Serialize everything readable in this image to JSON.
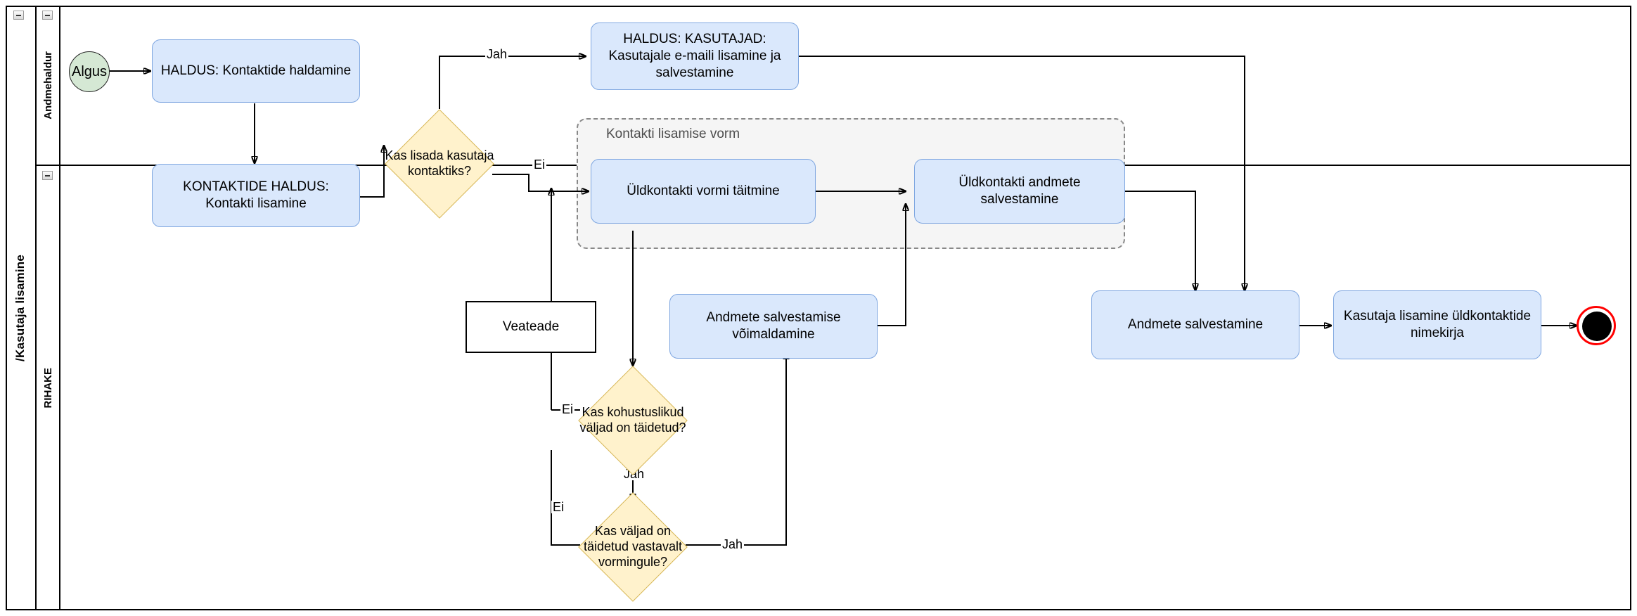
{
  "pool": {
    "label": "/Kasutaja lisamine"
  },
  "lanes": [
    {
      "id": "lane-andmehaldur",
      "label": "Andmehaldur"
    },
    {
      "id": "lane-rihake",
      "label": "RIHAKE"
    }
  ],
  "subprocess": {
    "title": "Kontakti lisamise vorm"
  },
  "events": {
    "start": {
      "label": "Algus",
      "color": "#d5e8d4"
    },
    "end": {
      "label": "",
      "ring_color": "#ff0000",
      "fill_color": "#000000"
    }
  },
  "tasks": [
    {
      "id": "haldus-kontaktide-haldamine",
      "label": "HALDUS: Kontaktide haldamine"
    },
    {
      "id": "kontaktide-haldus-kontakti-lisamine",
      "label": "KONTAKTIDE HALDUS: Kontakti lisamine"
    },
    {
      "id": "haldus-kasutajad-email",
      "label": "HALDUS: KASUTAJAD: Kasutajale e-maili lisamine ja salvestamine"
    },
    {
      "id": "uldkontakti-vormi-taitmine",
      "label": "Üldkontakti vormi täitmine"
    },
    {
      "id": "uldkontakti-andmete-salvestamine",
      "label": "Üldkontakti andmete salvestamine"
    },
    {
      "id": "andmete-salvestamise-voimaldamine",
      "label": "Andmete salvestamise võimaldamine"
    },
    {
      "id": "andmete-salvestamine",
      "label": "Andmete salvestamine"
    },
    {
      "id": "kasutaja-lisamine-nimekirja",
      "label": "Kasutaja lisamine üldkontaktide nimekirja"
    }
  ],
  "gateways": [
    {
      "id": "kas-lisada-kasutaja-kontaktiks",
      "label": "Kas lisada kasutaja kontaktiks?"
    },
    {
      "id": "kas-kohustuslikud-valjad-taidetud",
      "label": "Kas kohustuslikud väljad on täidetud?"
    },
    {
      "id": "kas-valjad-taidetud-vastavalt-vormingule",
      "label": "Kas väljad on täidetud vastavalt vormingule?"
    }
  ],
  "artifacts": [
    {
      "id": "veateade",
      "label": "Veateade"
    }
  ],
  "edge_labels": {
    "jah_top": "Jah",
    "ei_top": "Ei",
    "ei_kohustuslikud": "Ei",
    "jah_kohustuslikud": "Jah",
    "ei_vorming": "Ei",
    "jah_vorming": "Jah"
  },
  "colors": {
    "task_fill": "#dae8fc",
    "task_stroke": "#7ea6e0",
    "gateway_fill": "#fff2cc",
    "gateway_stroke": "#d6b656",
    "start_fill": "#d5e8d4",
    "end_stroke": "#ff0000",
    "subprocess_fill": "#f5f5f5",
    "subprocess_stroke": "#888888",
    "line": "#000000"
  }
}
